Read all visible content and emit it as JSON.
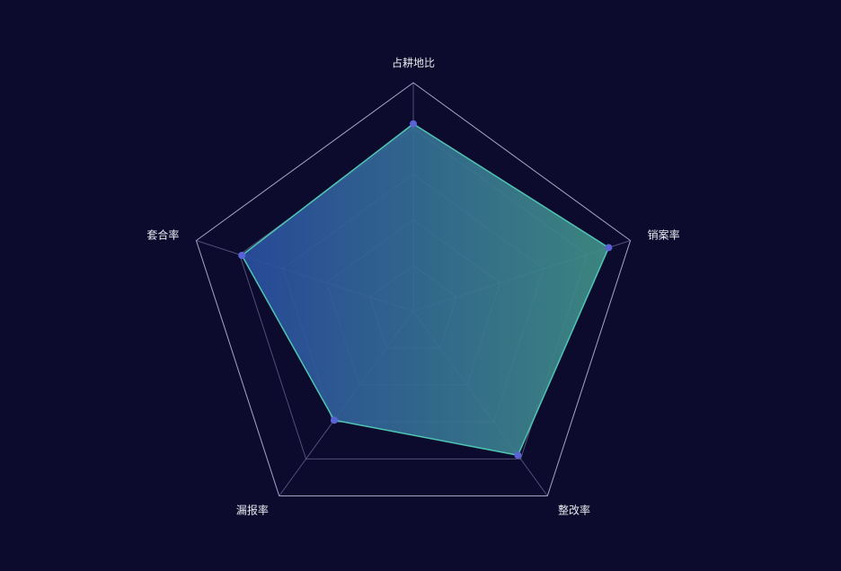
{
  "colors": {
    "background": "#0d0b2d",
    "grid": "#8a86b0",
    "outer_ring": "#b8b4d8",
    "area_start": "#2a4ea0",
    "area_end": "#3f8f86",
    "outline": "#4fc6b3",
    "point": "#5a63d6",
    "label": "#e8e8f0"
  },
  "chart_data": {
    "type": "radar",
    "indicators": [
      "占耕地比",
      "销案率",
      "整改率",
      "漏报率",
      "套合率"
    ],
    "max": 100,
    "split_number": 5,
    "grid": true,
    "series": [
      {
        "values": [
          82,
          90,
          78,
          59,
          79
        ]
      }
    ]
  }
}
